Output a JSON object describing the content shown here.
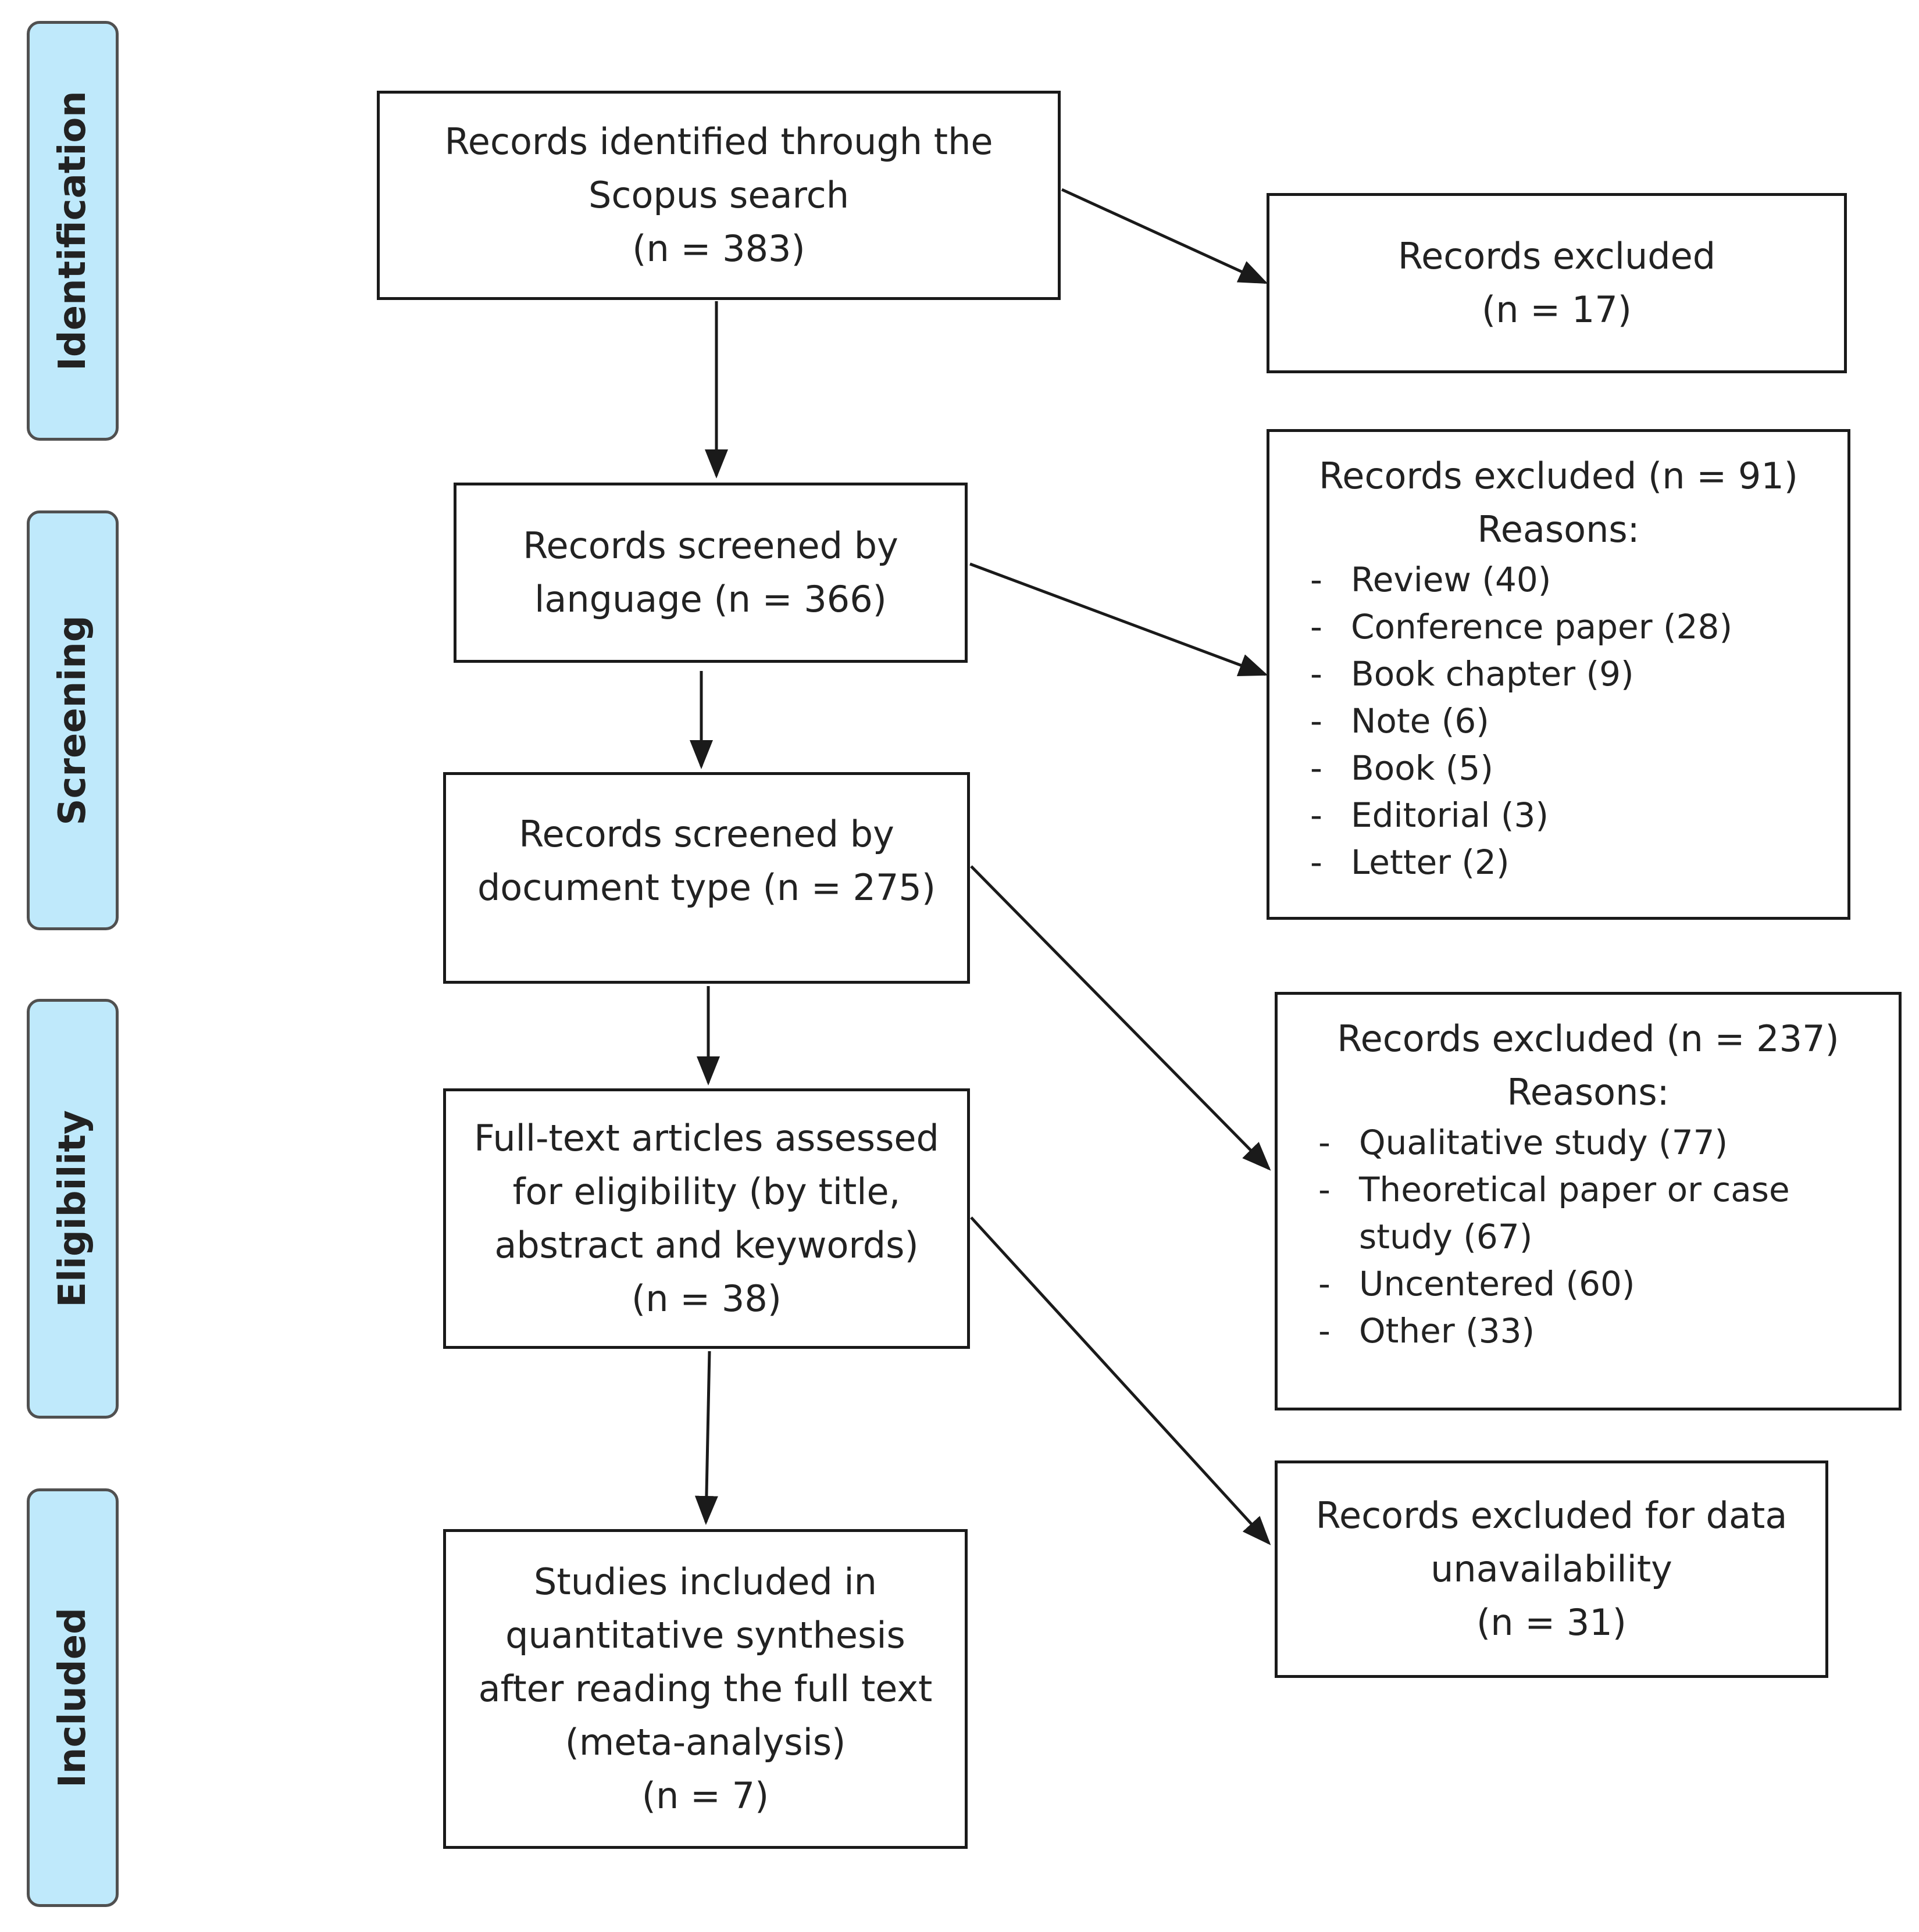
{
  "phases": {
    "identification": "Identification",
    "screening": "Screening",
    "eligibility": "Eligibility",
    "included": "Included"
  },
  "boxes": {
    "identified": {
      "lines": [
        "Records identified through the",
        "Scopus search",
        "(n = 383)"
      ]
    },
    "excluded_initial": {
      "lines": [
        "Records excluded",
        "(n = 17)"
      ]
    },
    "screened_language": {
      "lines": [
        "Records screened by",
        "language (n = 366)"
      ]
    },
    "excluded_document_type": {
      "heading": "Records excluded (n = 91)",
      "reasons_label": "Reasons:",
      "reasons": [
        "Review (40)",
        "Conference paper (28)",
        "Book chapter (9)",
        "Note (6)",
        "Book (5)",
        "Editorial (3)",
        "Letter (2)"
      ]
    },
    "screened_document_type": {
      "lines": [
        "Records screened by",
        "document type (n = 275)"
      ]
    },
    "excluded_eligibility": {
      "heading": "Records excluded (n = 237)",
      "reasons_label": "Reasons:",
      "reasons": [
        "Qualitative study (77)",
        "Theoretical paper or case study (67)",
        "Uncentered (60)",
        "Other (33)"
      ]
    },
    "full_text": {
      "lines": [
        "Full-text articles assessed",
        "for eligibility (by title,",
        "abstract and keywords)",
        "(n = 38)"
      ]
    },
    "included_studies": {
      "lines": [
        "Studies included in",
        "quantitative synthesis",
        "after reading the full text",
        "(meta-analysis)",
        "(n = 7)"
      ]
    },
    "excluded_data": {
      "lines": [
        "Records excluded for data",
        "unavailability",
        "(n = 31)"
      ]
    }
  }
}
